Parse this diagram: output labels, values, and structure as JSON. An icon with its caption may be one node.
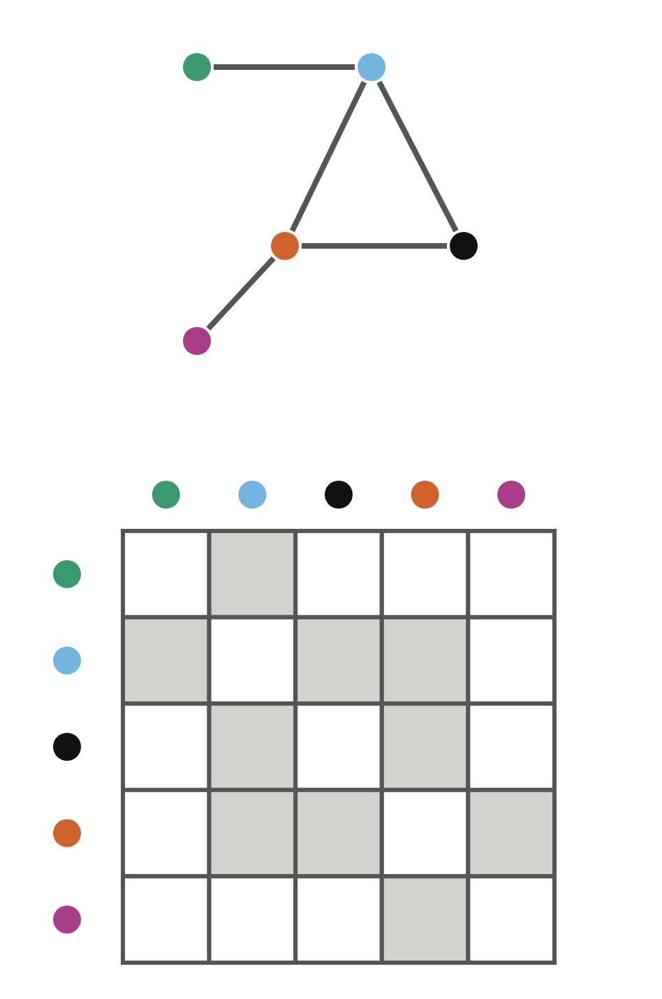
{
  "diagram": {
    "nodes": [
      {
        "text": [],
        "shape": "circle"
      },
      {
        "text": [],
        "shape": "circle"
      },
      {
        "text": [],
        "shape": "circle"
      },
      {
        "text": [],
        "shape": "circle"
      },
      {
        "text": [],
        "shape": "circle"
      }
    ],
    "edges": [
      {
        "from": 0,
        "to": 1,
        "arrow": "none"
      },
      {
        "from": 1,
        "to": 2,
        "arrow": "none"
      },
      {
        "from": 1,
        "to": 3,
        "arrow": "none"
      },
      {
        "from": 2,
        "to": 3,
        "arrow": "none"
      },
      {
        "from": 2,
        "to": 4,
        "arrow": "none"
      }
    ]
  }
}
